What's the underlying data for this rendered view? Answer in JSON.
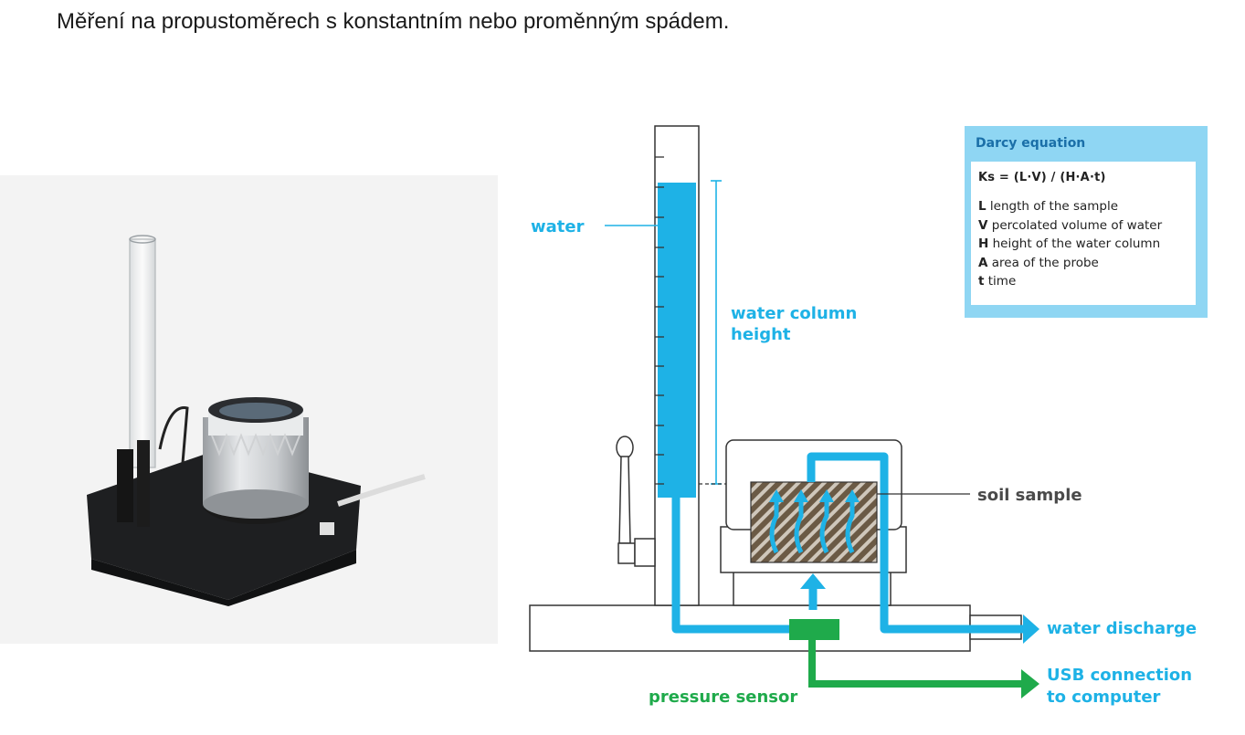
{
  "heading": "Měření na propustoměrech s konstantním nebo proměnným spádem.",
  "diagram": {
    "labels": {
      "water": "water",
      "water_column_1": "water column",
      "water_column_2": "height",
      "soil_sample": "soil sample",
      "water_discharge": "water discharge",
      "usb_1": "USB connection",
      "usb_2": "to computer",
      "pressure_sensor": "pressure sensor"
    },
    "colors": {
      "water": "#1eb2e6",
      "sensor": "#1faa4b",
      "outline": "#3a3a3a",
      "label_dark": "#4a4a4a"
    }
  },
  "darcy": {
    "title": "Darcy equation",
    "formula": "Ks = (L·V) / (H·A·t)",
    "terms": [
      {
        "sym": "L",
        "desc": "length of the sample"
      },
      {
        "sym": "V",
        "desc": "percolated volume of water"
      },
      {
        "sym": "H",
        "desc": "height of the water column"
      },
      {
        "sym": "A",
        "desc": "area of the probe"
      },
      {
        "sym": "t",
        "desc": "time"
      }
    ]
  }
}
